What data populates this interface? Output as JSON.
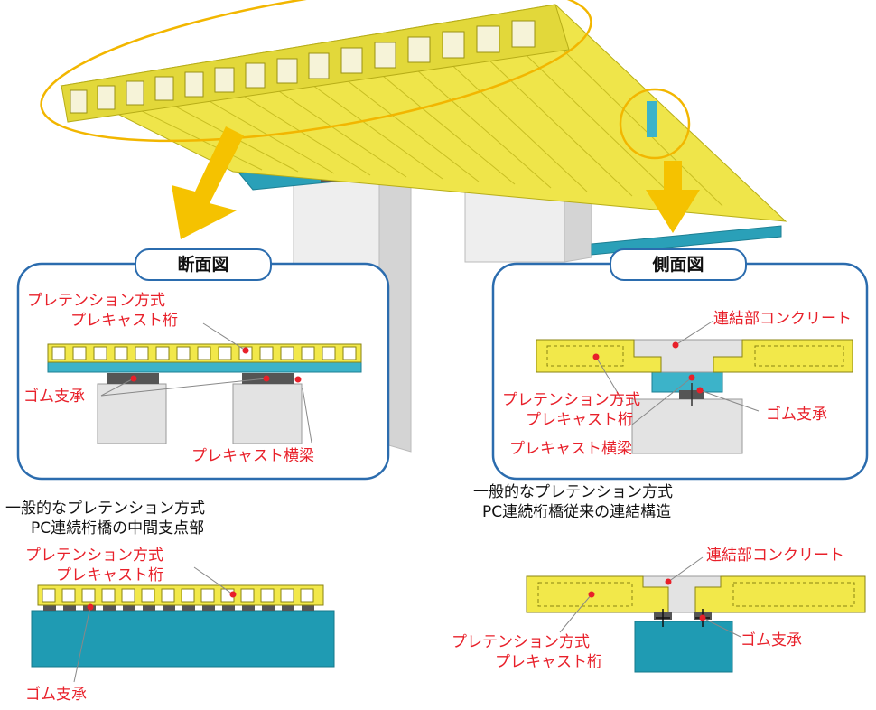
{
  "colors": {
    "deck_yellow": "#f2e84a",
    "deck_yellow_dark": "#c9bf1f",
    "crossbeam_teal": "#3cb3c9",
    "pier_gray": "#e6e6e6",
    "label_red": "#e8202a",
    "panel_border": "#2b6cae",
    "callout_orange": "#f2b600",
    "dot_red": "#e8202a"
  },
  "icons": [
    "down-right-arrow-icon",
    "down-arrow-icon"
  ],
  "panels": {
    "cross_section": {
      "title": "断面図",
      "label_girder_line1": "プレテンション方式",
      "label_girder_line2": "プレキャスト桁",
      "label_bearing": "ゴム支承",
      "label_crossbeam": "プレキャスト横梁"
    },
    "side_view": {
      "title": "側面図",
      "label_joint": "連結部コンクリート",
      "label_girder_line1": "プレテンション方式",
      "label_girder_line2": "プレキャスト桁",
      "label_bearing": "ゴム支承",
      "label_crossbeam": "プレキャスト横梁"
    }
  },
  "conventional_left": {
    "caption_line1": "一般的なプレテンション方式",
    "caption_line2": "PC連続桁橋の中間支点部",
    "label_girder_line1": "プレテンション方式",
    "label_girder_line2": "プレキャスト桁",
    "label_bearing": "ゴム支承"
  },
  "conventional_right": {
    "caption_line1": "一般的なプレテンション方式",
    "caption_line2": "PC連続桁橋従来の連結構造",
    "label_joint": "連結部コンクリート",
    "label_girder_line1": "プレテンション方式",
    "label_girder_line2": "プレキャスト桁",
    "label_bearing": "ゴム支承"
  }
}
